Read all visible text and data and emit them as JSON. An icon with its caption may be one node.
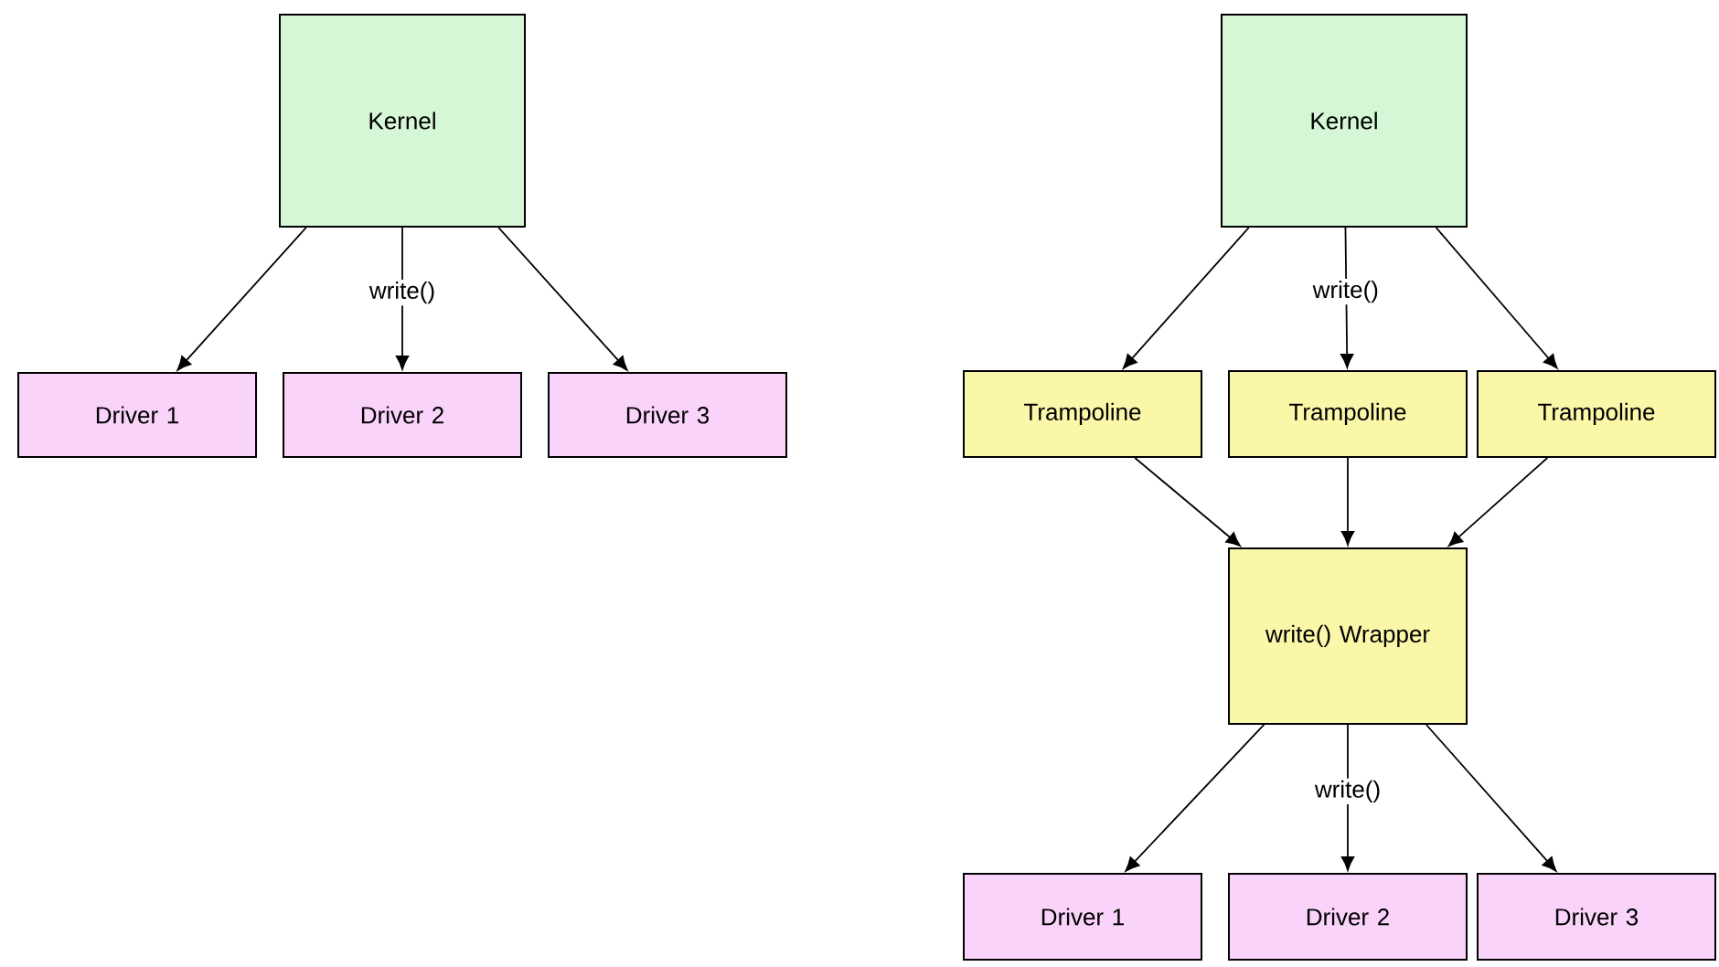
{
  "diagram": {
    "nodes": [
      {
        "text": [
          "Kernel"
        ]
      },
      {
        "text": [
          "Driver 1"
        ]
      },
      {
        "text": [
          "Driver 2"
        ]
      },
      {
        "text": [
          "Driver 3"
        ]
      },
      {
        "text": [
          "Kernel"
        ]
      },
      {
        "text": [
          "Trampoline"
        ]
      },
      {
        "text": [
          "Trampoline"
        ]
      },
      {
        "text": [
          "Trampoline"
        ]
      },
      {
        "text": [
          "write() Wrapper"
        ]
      },
      {
        "text": [
          "Driver 1"
        ]
      },
      {
        "text": [
          "Driver 2"
        ]
      },
      {
        "text": [
          "Driver 3"
        ]
      }
    ],
    "edges": [
      {
        "from": 0,
        "to": 1,
        "arrow": "to"
      },
      {
        "from": 0,
        "to": 2,
        "arrow": "to",
        "label": "write()"
      },
      {
        "from": 0,
        "to": 3,
        "arrow": "to"
      },
      {
        "from": 4,
        "to": 5,
        "arrow": "to"
      },
      {
        "from": 4,
        "to": 6,
        "arrow": "to",
        "label": "write()"
      },
      {
        "from": 4,
        "to": 7,
        "arrow": "to"
      },
      {
        "from": 5,
        "to": 8,
        "arrow": "to"
      },
      {
        "from": 6,
        "to": 8,
        "arrow": "to"
      },
      {
        "from": 7,
        "to": 8,
        "arrow": "to"
      },
      {
        "from": 8,
        "to": 9,
        "arrow": "to"
      },
      {
        "from": 8,
        "to": 10,
        "arrow": "to",
        "label": "write()"
      },
      {
        "from": 8,
        "to": 11,
        "arrow": "to"
      }
    ]
  }
}
